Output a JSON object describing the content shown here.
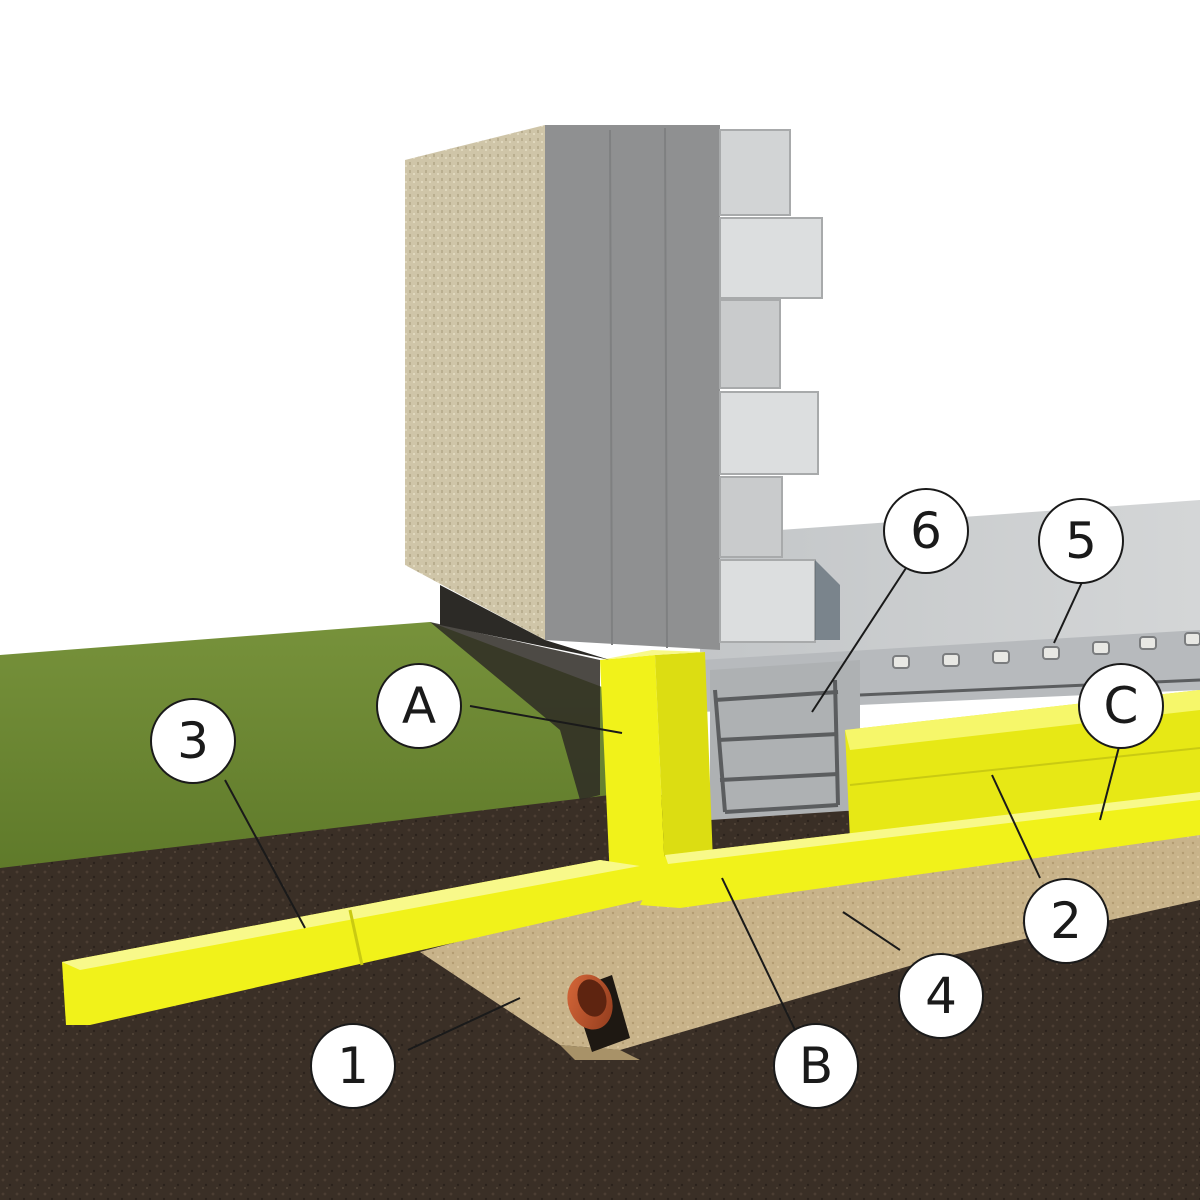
{
  "diagram": {
    "callouts": [
      {
        "id": "callout-a",
        "label": "A"
      },
      {
        "id": "callout-b",
        "label": "B"
      },
      {
        "id": "callout-c",
        "label": "C"
      },
      {
        "id": "callout-1",
        "label": "1"
      },
      {
        "id": "callout-2",
        "label": "2"
      },
      {
        "id": "callout-3",
        "label": "3"
      },
      {
        "id": "callout-4",
        "label": "4"
      },
      {
        "id": "callout-5",
        "label": "5"
      },
      {
        "id": "callout-6",
        "label": "6"
      }
    ]
  },
  "colors": {
    "insulation": "#f1f21a",
    "soil": "#3a2e25",
    "grass": "#6f8a36",
    "gravel": "#c9b48c",
    "slab": "#c9cbcd",
    "wall_render": "#cdc3a6",
    "wall_insulation": "#8e8f90",
    "drain_pipe": "#c2562c",
    "callout_fill": "#ffffff",
    "callout_stroke": "#1a1a1a"
  }
}
